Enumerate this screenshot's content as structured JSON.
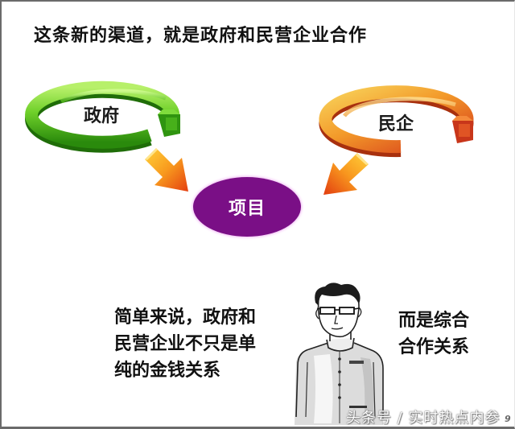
{
  "slide": {
    "title": "这条新的渠道，就是政府和民营企业合作",
    "government_ring": {
      "label": "政府",
      "icon": "circular-arrow-icon",
      "color_light": "#8be03a",
      "color_dark": "#2f8f10"
    },
    "private_ring": {
      "label": "民企",
      "icon": "circular-arrow-icon",
      "color_light": "#f7c23a",
      "color_dark": "#d8401a"
    },
    "arrows": {
      "left": {
        "icon": "arrow-down-right-icon",
        "color_start": "#ffc020",
        "color_end": "#e84a12"
      },
      "right": {
        "icon": "arrow-down-left-icon",
        "color_start": "#ffc020",
        "color_end": "#e84a12"
      }
    },
    "project": {
      "label": "项目",
      "color": "#7a0f86"
    },
    "left_text": {
      "lines": [
        "简单来说，政府和",
        "民营企业不只是单",
        "纯的金钱关系"
      ]
    },
    "right_text": {
      "lines": [
        "而是综合",
        "合作关系"
      ]
    },
    "figure": {
      "icon": "man-with-glasses-illustration"
    },
    "watermark": "头条号 / 实时热点内参",
    "page_number": "9"
  }
}
